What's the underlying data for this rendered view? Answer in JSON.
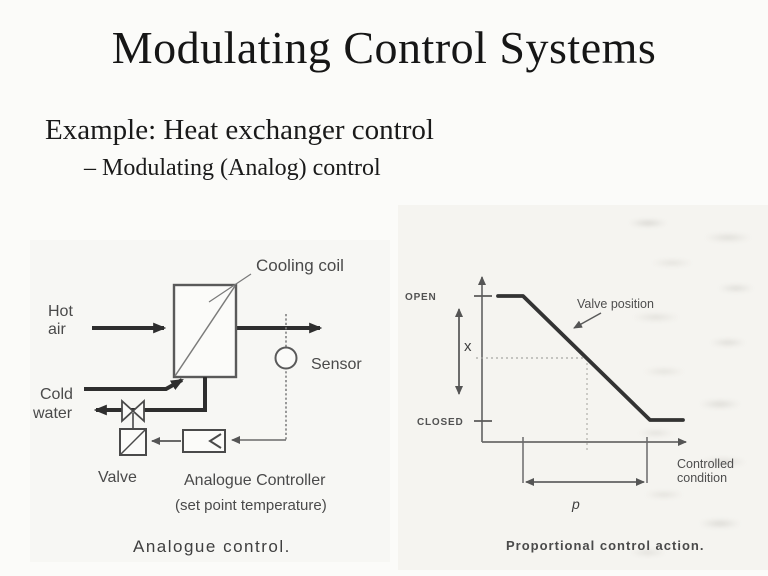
{
  "slide": {
    "title": "Modulating Control Systems",
    "example_line": "Example: Heat exchanger control",
    "bullet_line": "–  Modulating (Analog) control"
  },
  "heat_exchanger": {
    "caption": "Analogue control.",
    "labels": {
      "hot1": "Hot",
      "hot2": "air",
      "cold1": "Cold",
      "cold2": "water",
      "cooling_coil": "Cooling coil",
      "sensor": "Sensor",
      "valve": "Valve",
      "controller": "Analogue Controller",
      "controller_note": "(set point temperature)"
    }
  },
  "prop_chart": {
    "caption": "Proportional control action.",
    "labels": {
      "open": "OPEN",
      "closed": "CLOSED",
      "valve_position": "Valve position",
      "controlled_1": "Controlled",
      "controlled_2": "condition",
      "p": "p",
      "x": "x"
    },
    "chart_data": {
      "type": "line",
      "title": "Proportional control action.",
      "xlabel": "Controlled condition",
      "ylabel": "Valve position (OPEN–CLOSED)",
      "y_ticks": [
        "OPEN",
        "CLOSED"
      ],
      "x_ticks": [],
      "grid": false,
      "legend": false,
      "series": [
        {
          "name": "Valve position",
          "points_norm_x_y": [
            [
              0.08,
              1.0
            ],
            [
              0.2,
              1.0
            ],
            [
              0.81,
              0.0
            ],
            [
              0.97,
              0.0
            ]
          ]
        }
      ],
      "annotations": [
        {
          "label": "x",
          "type": "vertical-span-arrow",
          "near_y_norm": [
            0.3,
            0.95
          ]
        },
        {
          "label": "p",
          "type": "horizontal-span-arrow",
          "between_x_norm": [
            0.2,
            0.81
          ]
        }
      ],
      "guides": [
        "dotted horizontal at mid valve position",
        "dotted vertical to x-axis"
      ]
    }
  },
  "colors": {
    "slide_background": "#fbfbf9",
    "ink_text": "#1a1a1a",
    "diagram_line": "#4a4a4a",
    "thick_flow_arrow": "#2e2e2e",
    "curve": "#333333",
    "scan_wash": "#eceae4"
  }
}
